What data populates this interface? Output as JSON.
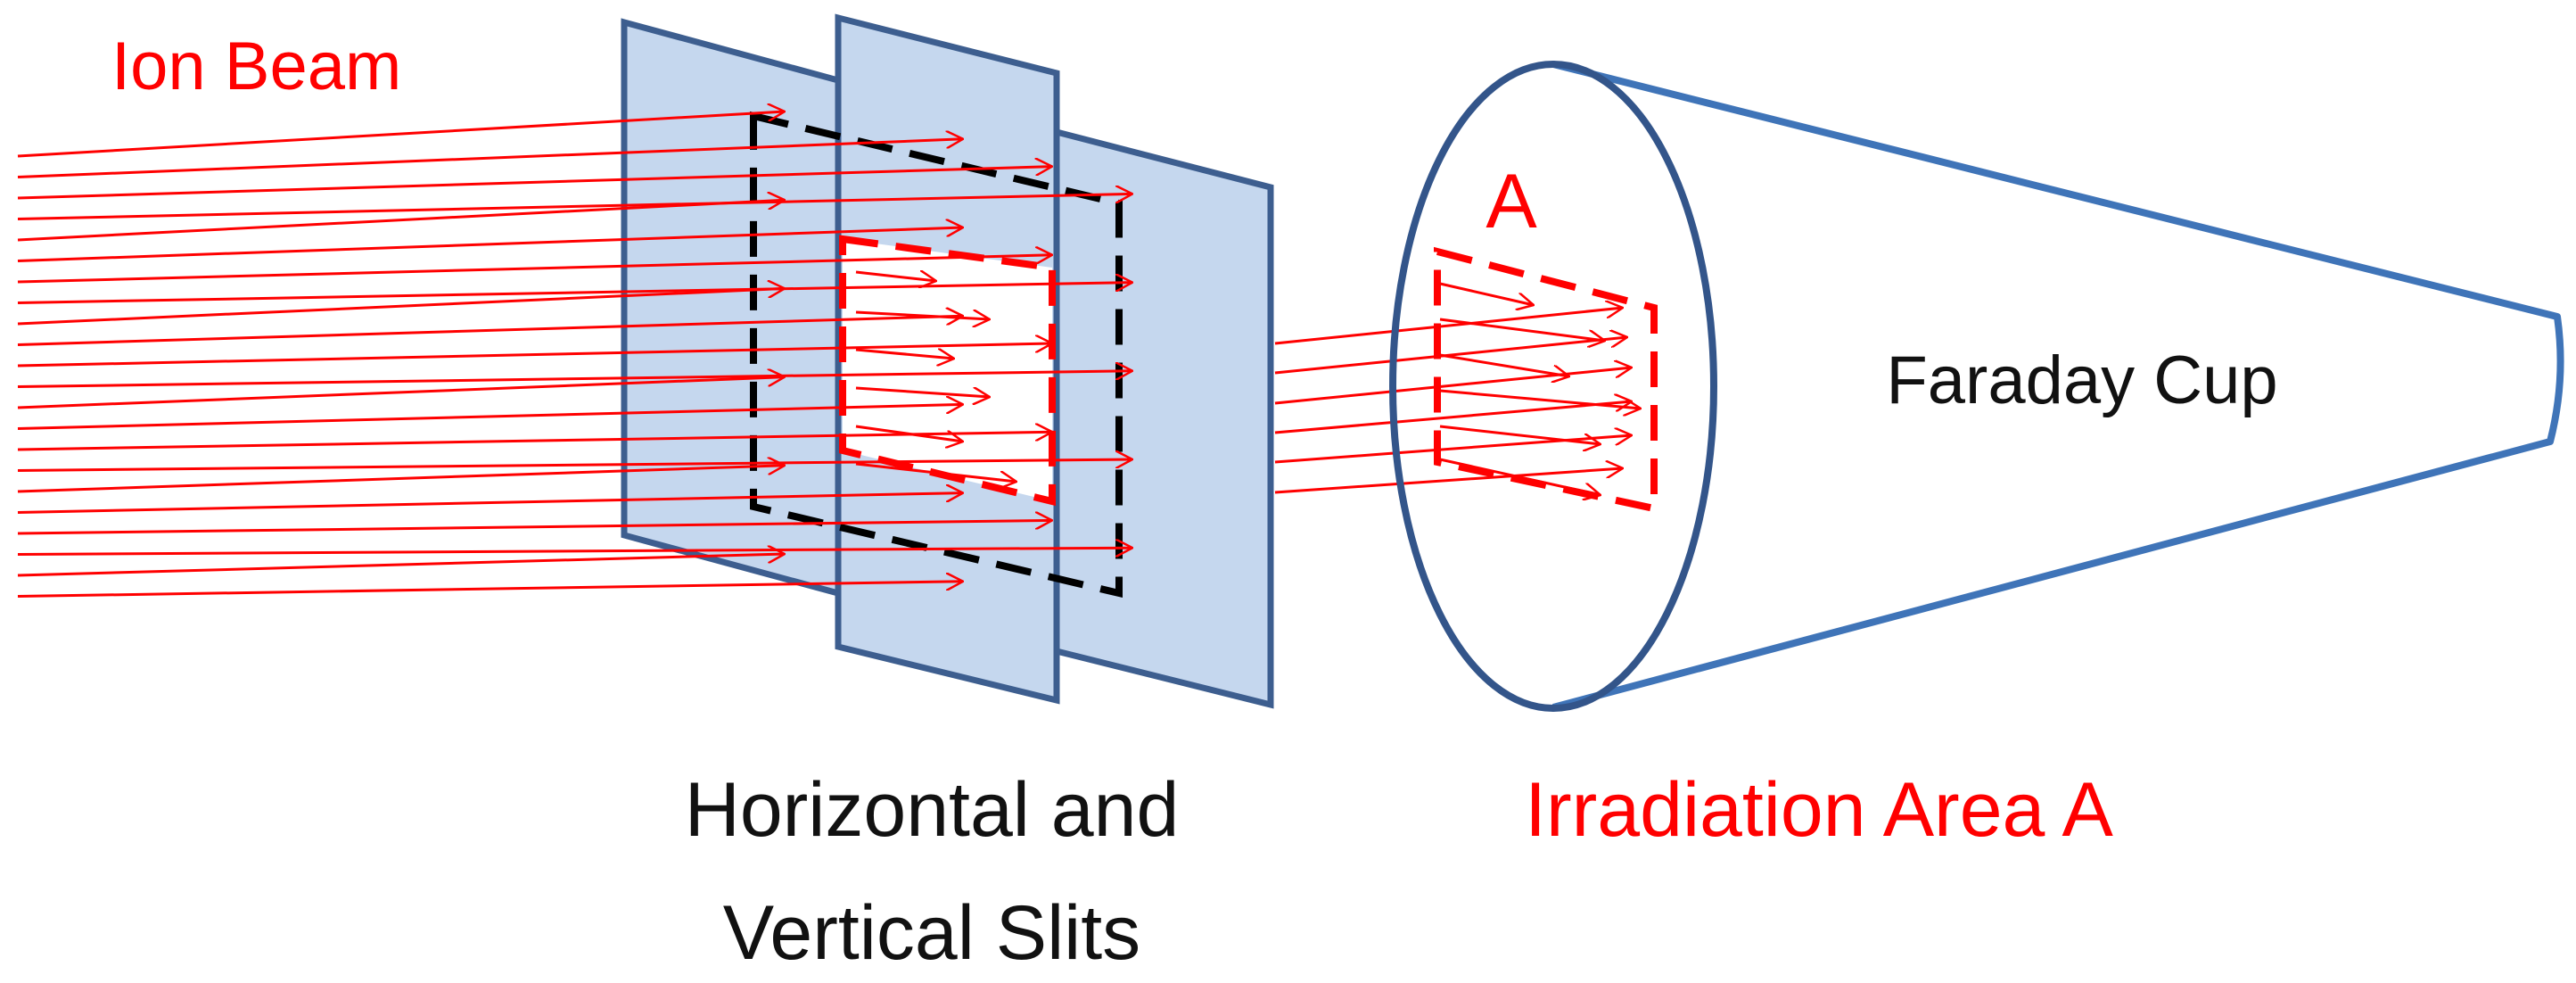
{
  "labels": {
    "ion_beam": "Ion Beam",
    "slits_line1": "Horizontal and",
    "slits_line2": "Vertical Slits",
    "faraday_cup": "Faraday Cup",
    "irradiation_area": "Irradiation Area A",
    "area_letter": "A"
  },
  "colors": {
    "beam": "#ff0000",
    "plate_fill": "#c5d7ee",
    "plate_stroke": "#3d5e8f",
    "cup_stroke": "#3f74b8",
    "cup_rim": "#33558a",
    "text_dark": "#111111",
    "aperture_outline": "#000000"
  }
}
